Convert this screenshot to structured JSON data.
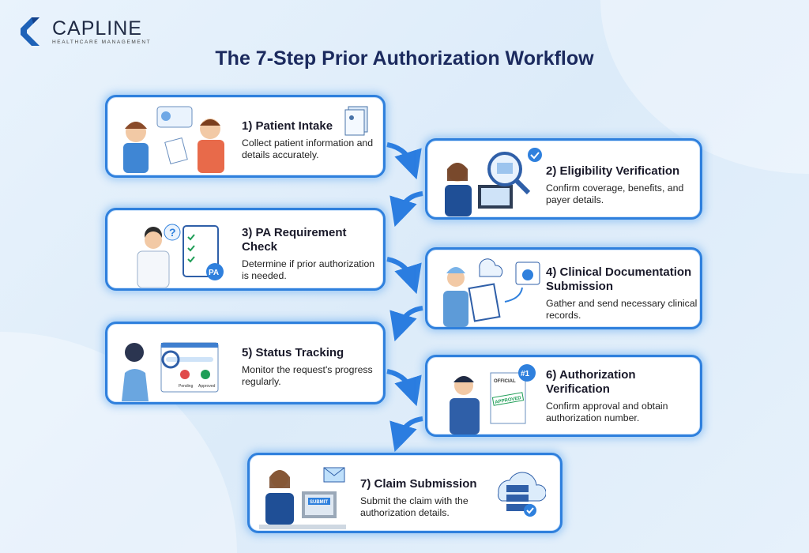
{
  "brand": {
    "name": "CAPLINE",
    "subtitle": "HEALTHCARE MANAGEMENT",
    "color": "#1e62b8"
  },
  "title": "The 7-Step Prior Authorization Workflow",
  "colors": {
    "card_border": "#2f80dd",
    "title": "#1b2a5e",
    "arrow": "#2b7de0"
  },
  "steps": [
    {
      "title": "1) Patient Intake",
      "desc": "Collect patient information and details accurately."
    },
    {
      "title": "2) Eligibility Verification",
      "desc": "Confirm coverage, benefits, and payer details."
    },
    {
      "title": "3) PA Requirement Check",
      "desc": "Determine if prior authorization is needed."
    },
    {
      "title": "4) Clinical Documentation Submission",
      "desc": "Gather and send necessary clinical records."
    },
    {
      "title": "5) Status Tracking",
      "desc": "Monitor the request's progress regularly."
    },
    {
      "title": "6) Authorization Verification",
      "desc": "Confirm approval and obtain authorization number."
    },
    {
      "title": "7) Claim Submission",
      "desc": "Submit the claim with the authorization details."
    }
  ],
  "illustration_labels": {
    "pa": "PA",
    "question": "?",
    "pending": "Pending",
    "approved": "Approved",
    "official": "OFFICIAL",
    "approved_stamp": "APPROVED",
    "number": "#1",
    "submit": "SUBMIT"
  }
}
